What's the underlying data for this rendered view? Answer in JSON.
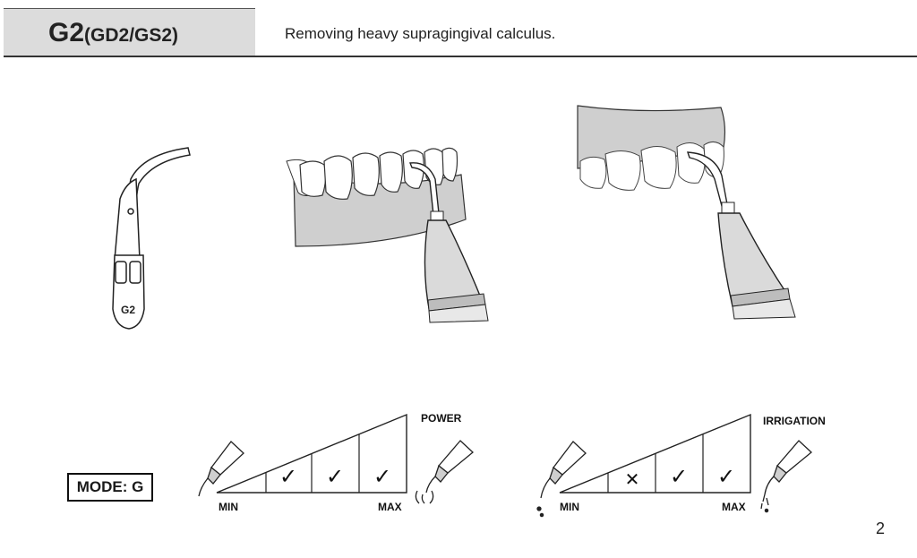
{
  "header": {
    "model": "G2",
    "variants": "(GD2/GS2)",
    "description": "Removing heavy supragingival calculus."
  },
  "tip": {
    "label": "G2"
  },
  "mode": {
    "label": "MODE: G"
  },
  "power_scale": {
    "title": "POWER",
    "min_label": "MIN",
    "max_label": "MAX",
    "segments": [
      "",
      "✓",
      "✓",
      "✓"
    ]
  },
  "irrigation_scale": {
    "title": "IRRIGATION",
    "min_label": "MIN",
    "max_label": "MAX",
    "segments": [
      "",
      "✕",
      "✓",
      "✓"
    ]
  },
  "page": {
    "number": "2"
  }
}
